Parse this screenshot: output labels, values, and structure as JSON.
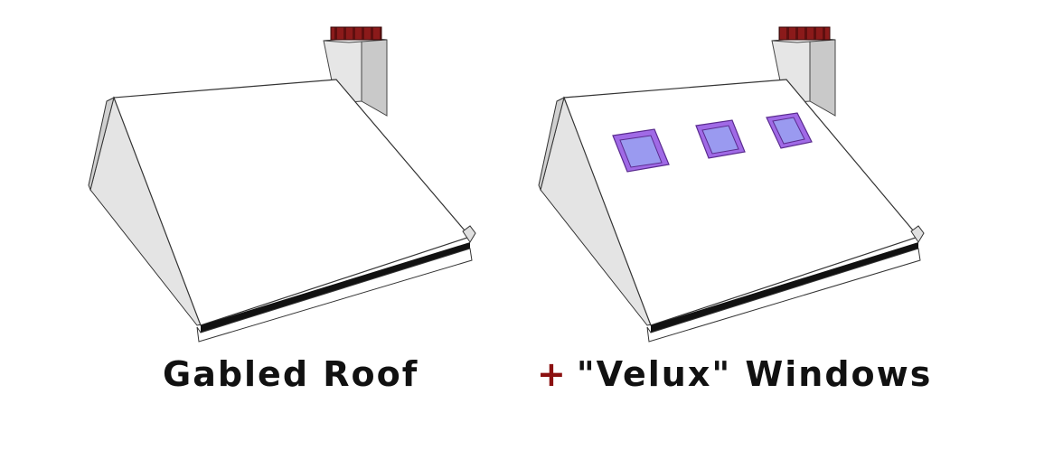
{
  "left_model": {
    "caption": "Gabled Roof",
    "description_icon": "gabled-roof"
  },
  "right_model": {
    "plus_sign": "+",
    "caption": "\"Velux\" Windows",
    "window_count": 3
  },
  "colors": {
    "roof": "#ffffff",
    "gable_wall": "#e4e4e4",
    "edge": "#333333",
    "gutter": "#111111",
    "chimney_pots": "#8b1a1a",
    "window_frame": "#a06ae6",
    "window_glass": "#9a9af0",
    "plus": "#8b1010"
  }
}
